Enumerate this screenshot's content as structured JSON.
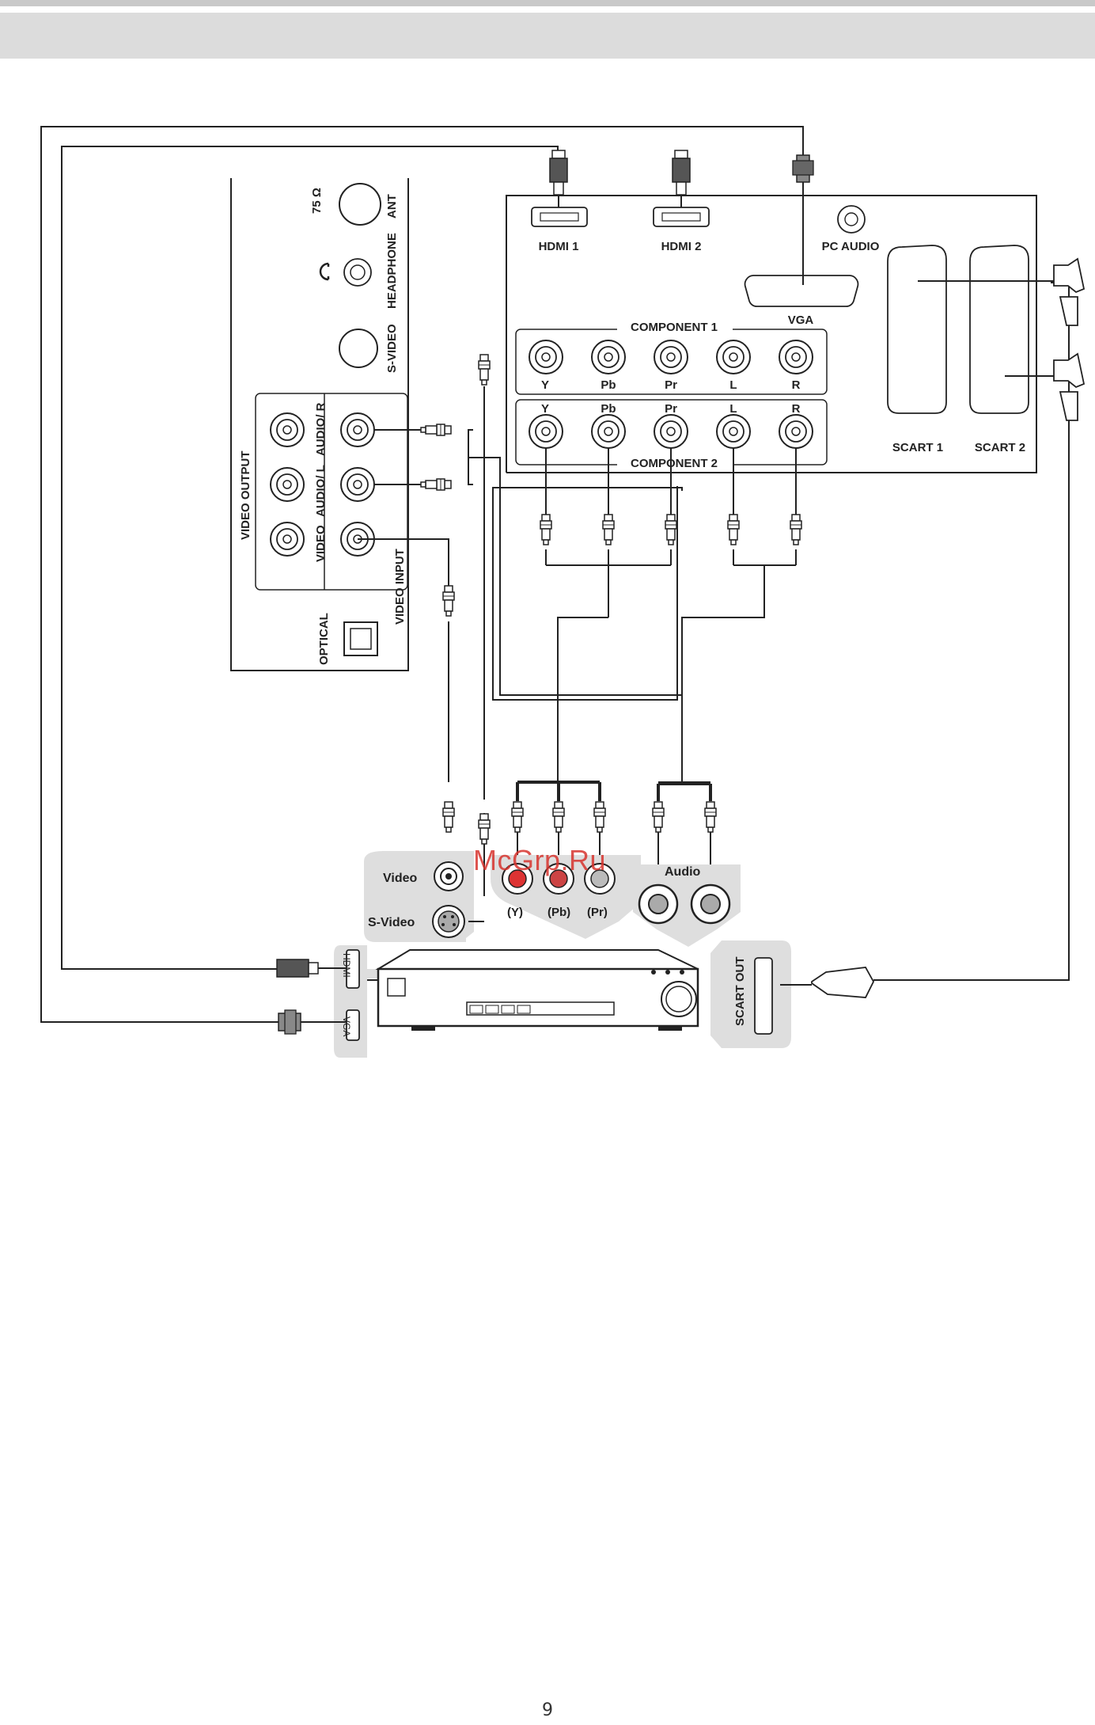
{
  "tv_side_panel": {
    "ohm": "75 Ω",
    "ant": "ANT",
    "headphone": "HEADPHONE",
    "svideo": "S-VIDEO",
    "audio_r": "AUDIO/ R",
    "audio_l": "AUDIO/ L",
    "video": "VIDEO",
    "video_output": "VIDEO OUTPUT",
    "video_input": "VIDEO INPUT",
    "optical": "OPTICAL"
  },
  "tv_rear_panel": {
    "hdmi1": "HDMI 1",
    "hdmi2": "HDMI 2",
    "pc_audio": "PC AUDIO",
    "vga": "VGA",
    "component1": "COMPONENT 1",
    "component2": "COMPONENT 2",
    "comp_labels": [
      "Y",
      "Pb",
      "Pr",
      "L",
      "R"
    ],
    "scart1": "SCART 1",
    "scart2": "SCART 2"
  },
  "source_device": {
    "video": "Video",
    "svideo": "S-Video",
    "y": "(Y)",
    "pb": "(Pb)",
    "pr": "(Pr)",
    "audio": "Audio",
    "hdmi": "HDMI",
    "vga": "VGA",
    "scart_out": "SCART OUT"
  },
  "watermark": "McGrp.Ru",
  "page_number": "9",
  "colors": {
    "line": "#222222",
    "panel_fill": "#ffffff",
    "bubble": "#dedede",
    "watermark": "#d8342e"
  }
}
